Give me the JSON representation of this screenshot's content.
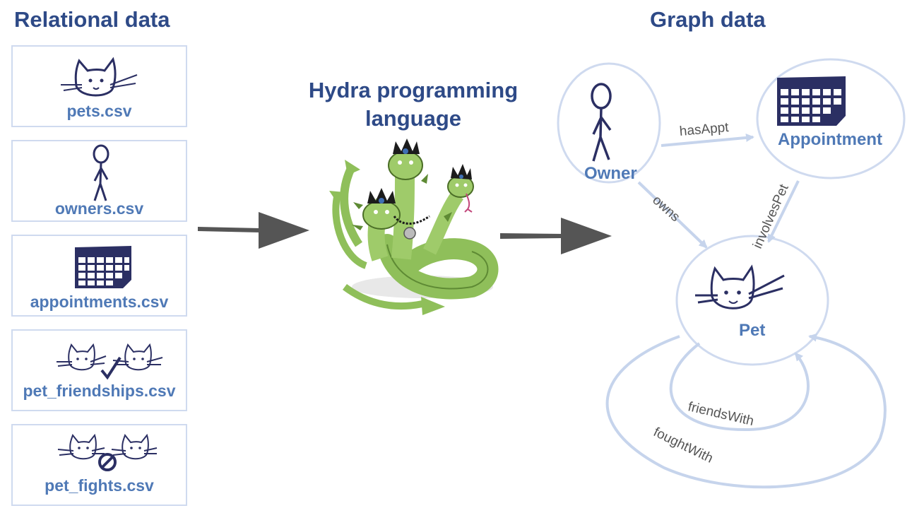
{
  "titles": {
    "left": "Relational data",
    "center": "Hydra programming language",
    "right": "Graph data"
  },
  "files": [
    {
      "label": "pets.csv",
      "icon": "cat-face-icon"
    },
    {
      "label": "owners.csv",
      "icon": "stick-figure-icon"
    },
    {
      "label": "appointments.csv",
      "icon": "calendar-icon"
    },
    {
      "label": "pet_friendships.csv",
      "icon": "cats-friends-icon"
    },
    {
      "label": "pet_fights.csv",
      "icon": "cats-fight-icon"
    }
  ],
  "nodes": {
    "owner": "Owner",
    "appointment": "Appointment",
    "pet": "Pet"
  },
  "edges": {
    "hasAppt": "hasAppt",
    "owns": "owns",
    "involvesPet": "involvesPet",
    "friendsWith": "friendsWith",
    "foughtWith": "foughtWith"
  },
  "colors": {
    "title": "#2e4a87",
    "label": "#4f79b6",
    "border": "#cfdaef",
    "arrow": "#555555",
    "edge": "#c6d4ec",
    "icon": "#2b2f63",
    "hydra": "#8fbf5a"
  }
}
